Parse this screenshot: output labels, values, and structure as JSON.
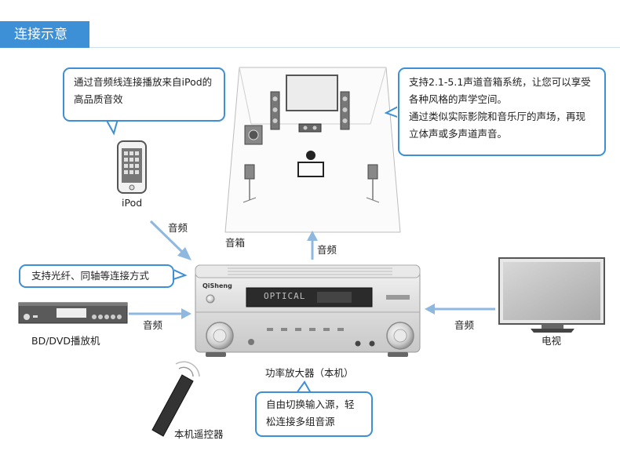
{
  "header": {
    "title": "连接示意"
  },
  "callouts": {
    "ipod": "通过音频线连接播放来自iPod的高品质音效",
    "speakers_line1": "支持2.1-5.1声道音箱系统，让您可以享受各种风格的声学空间。",
    "speakers_line2": "通过类似实际影院和音乐厅的声场，再现立体声或多声道声音。",
    "optical": "支持光纤、同轴等连接方式",
    "input": "自由切换输入源，轻松连接多组音源"
  },
  "labels": {
    "ipod": "iPod",
    "ipod_audio": "音频",
    "speakers": "音箱",
    "speaker_audio": "音频",
    "bd_dvd": "BD/DVD播放机",
    "bd_audio": "音频",
    "tv": "电视",
    "tv_audio": "音频",
    "amplifier": "功率放大器（本机）",
    "remote": "本机遥控器"
  },
  "device": {
    "brand": "QiSheng",
    "display_text": "OPTICAL"
  },
  "colors": {
    "accent": "#3d8fd6",
    "arrow": "#8fb8e0"
  }
}
